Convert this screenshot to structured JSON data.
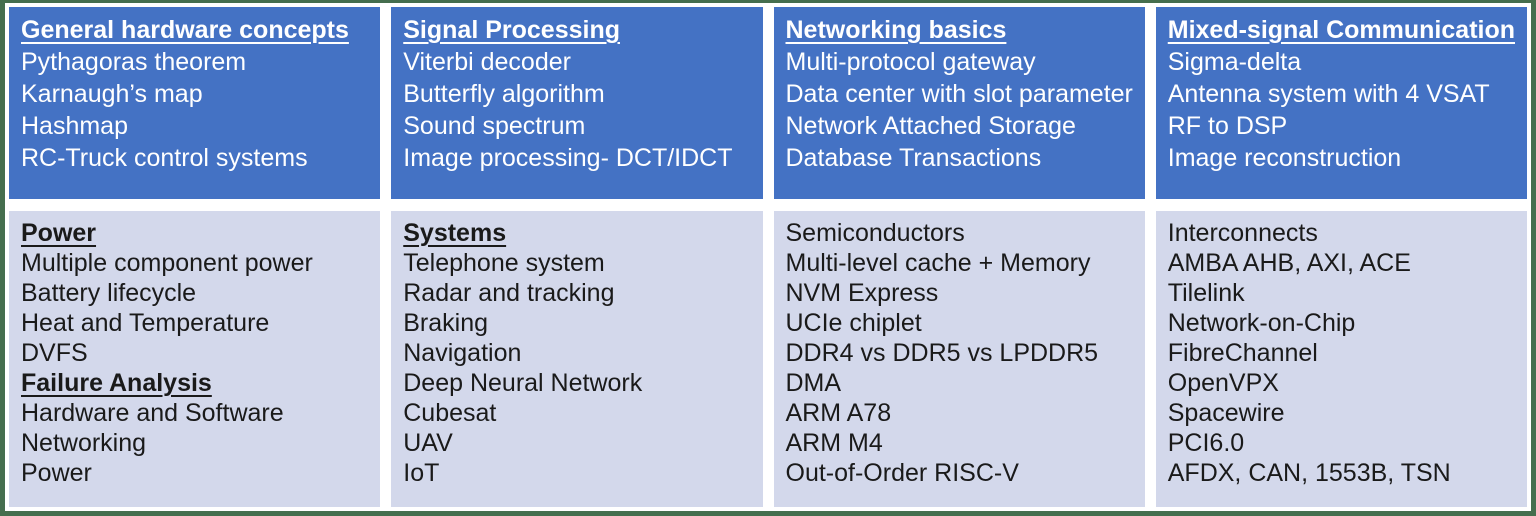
{
  "colors": {
    "header_bg": "#4472C4",
    "body_bg": "#D3D8EB",
    "frame_green": "#456E4E",
    "header_text": "#FFFFFF",
    "body_text": "#1A1A1A"
  },
  "grid": {
    "row_top": [
      {
        "header": "General hardware concepts",
        "items": [
          "Pythagoras theorem",
          "Karnaugh’s map",
          "Hashmap",
          "RC-Truck control systems"
        ]
      },
      {
        "header": "Signal Processing",
        "items": [
          "Viterbi decoder",
          "Butterfly algorithm",
          "Sound spectrum",
          "Image processing- DCT/IDCT"
        ]
      },
      {
        "header": "Networking basics",
        "items": [
          "Multi-protocol gateway",
          "Data center with slot parameter",
          "Network Attached Storage",
          "Database Transactions"
        ]
      },
      {
        "header": "Mixed-signal Communication",
        "items": [
          "Sigma-delta",
          "Antenna system with 4 VSAT",
          "RF to DSP",
          "Image reconstruction"
        ]
      }
    ],
    "row_bottom": [
      {
        "lines": [
          {
            "text": "Power",
            "style": "header"
          },
          {
            "text": "Multiple component power",
            "style": "item"
          },
          {
            "text": "Battery lifecycle",
            "style": "item"
          },
          {
            "text": "Heat and Temperature",
            "style": "item"
          },
          {
            "text": "DVFS",
            "style": "item"
          },
          {
            "text": "Failure Analysis",
            "style": "header"
          },
          {
            "text": "Hardware and Software",
            "style": "item"
          },
          {
            "text": "Networking",
            "style": "item"
          },
          {
            "text": "Power",
            "style": "item"
          }
        ]
      },
      {
        "lines": [
          {
            "text": "Systems",
            "style": "header"
          },
          {
            "text": "Telephone system",
            "style": "item"
          },
          {
            "text": "Radar and tracking",
            "style": "item"
          },
          {
            "text": "Braking",
            "style": "item"
          },
          {
            "text": "Navigation",
            "style": "item"
          },
          {
            "text": "Deep Neural Network",
            "style": "item"
          },
          {
            "text": "Cubesat",
            "style": "item"
          },
          {
            "text": "UAV",
            "style": "item"
          },
          {
            "text": "IoT",
            "style": "item"
          }
        ]
      },
      {
        "lines": [
          {
            "text": "Semiconductors",
            "style": "item"
          },
          {
            "text": "Multi-level cache + Memory",
            "style": "item"
          },
          {
            "text": "NVM Express",
            "style": "item"
          },
          {
            "text": "UCIe chiplet",
            "style": "item"
          },
          {
            "text": "DDR4 vs DDR5 vs LPDDR5",
            "style": "item"
          },
          {
            "text": "DMA",
            "style": "item"
          },
          {
            "text": "ARM A78",
            "style": "item"
          },
          {
            "text": "ARM M4",
            "style": "item"
          },
          {
            "text": "Out-of-Order RISC-V",
            "style": "item"
          }
        ]
      },
      {
        "lines": [
          {
            "text": "Interconnects",
            "style": "item"
          },
          {
            "text": "AMBA AHB, AXI, ACE",
            "style": "item"
          },
          {
            "text": "Tilelink",
            "style": "item"
          },
          {
            "text": "Network-on-Chip",
            "style": "item"
          },
          {
            "text": "FibreChannel",
            "style": "item"
          },
          {
            "text": "OpenVPX",
            "style": "item"
          },
          {
            "text": "Spacewire",
            "style": "item"
          },
          {
            "text": "PCI6.0",
            "style": "item"
          },
          {
            "text": "AFDX, CAN, 1553B, TSN",
            "style": "item"
          }
        ]
      }
    ]
  }
}
